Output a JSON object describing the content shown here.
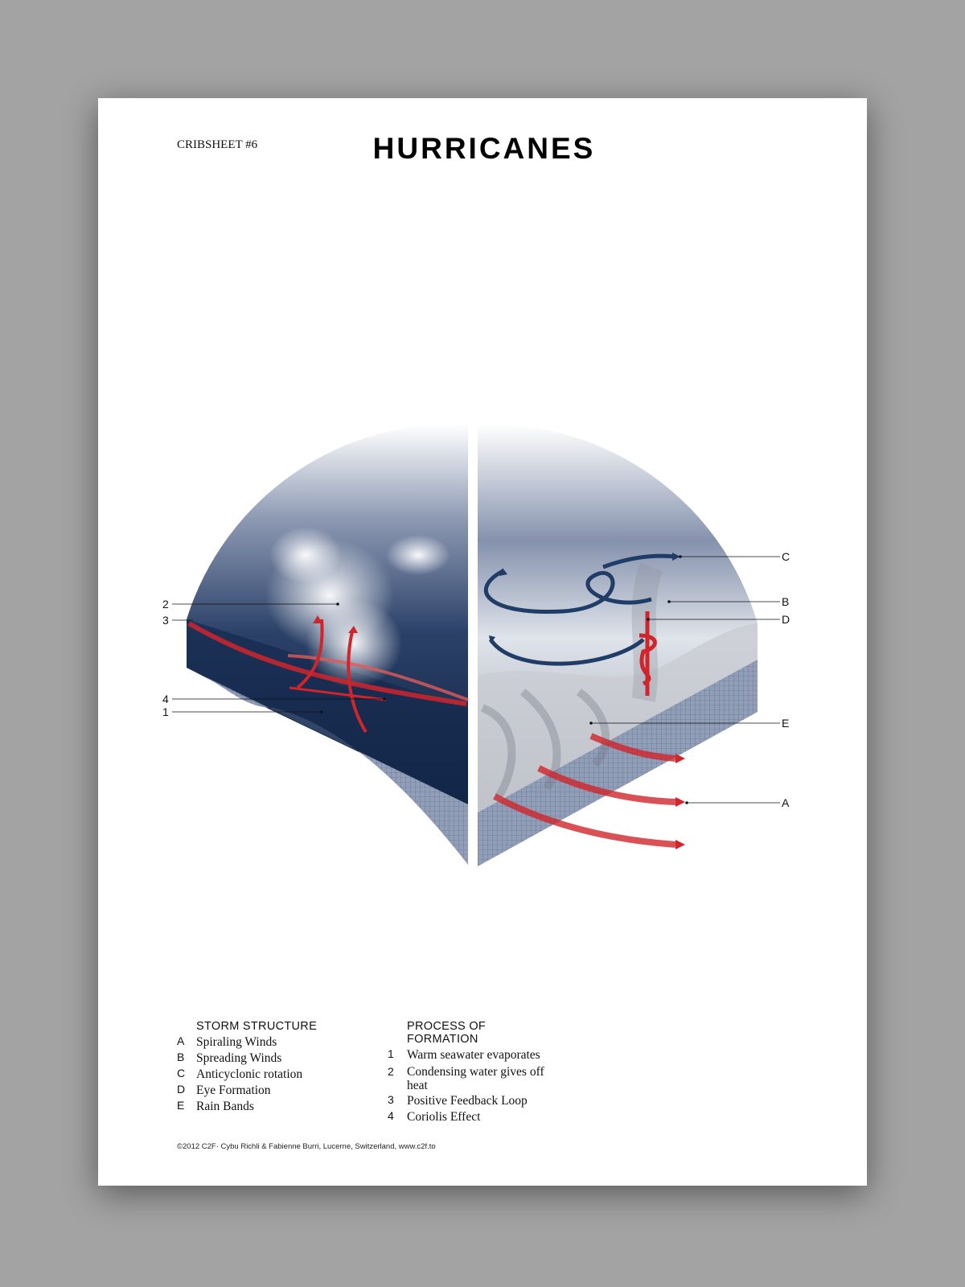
{
  "header": {
    "series": "CRIBSHEET #6",
    "title": "HURRICANES"
  },
  "diagram": {
    "left_labels": [
      "2",
      "3",
      "4",
      "1"
    ],
    "right_labels": [
      "C",
      "B",
      "D",
      "E",
      "A"
    ],
    "colors": {
      "ocean": "#1c3358",
      "warm_arrow": "#d0252b",
      "wind_arrow": "#1f3d66",
      "grid": "#7d8aa6"
    }
  },
  "legend": {
    "storm": {
      "heading": "STORM STRUCTURE",
      "items": [
        {
          "key": "A",
          "text": "Spiraling Winds"
        },
        {
          "key": "B",
          "text": "Spreading Winds"
        },
        {
          "key": "C",
          "text": "Anticyclonic rotation"
        },
        {
          "key": "D",
          "text": "Eye Formation"
        },
        {
          "key": "E",
          "text": "Rain Bands"
        }
      ]
    },
    "process": {
      "heading": "PROCESS OF FORMATION",
      "items": [
        {
          "key": "1",
          "text": "Warm seawater evaporates"
        },
        {
          "key": "2",
          "text": "Condensing water gives off heat"
        },
        {
          "key": "3",
          "text": "Positive Feedback Loop"
        },
        {
          "key": "4",
          "text": "Coriolis Effect"
        }
      ]
    }
  },
  "footer": "©2012 C2F· Cybu Richli & Fabienne Burri, Lucerne, Switzerland, www.c2f.to"
}
